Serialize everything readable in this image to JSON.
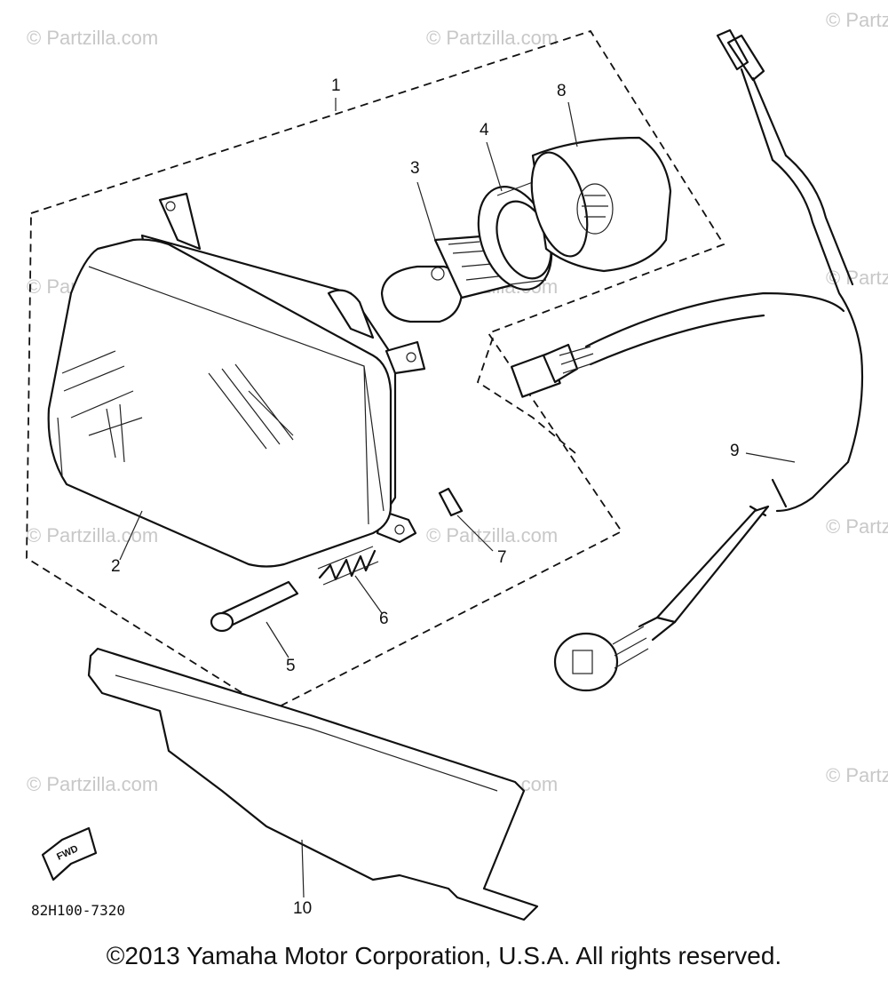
{
  "watermark": "© Partzilla.com",
  "callouts": {
    "c1": "1",
    "c2": "2",
    "c3": "3",
    "c4": "4",
    "c5": "5",
    "c6": "6",
    "c7": "7",
    "c8": "8",
    "c9": "9",
    "c10": "10"
  },
  "diagram_code": "82H100-7320",
  "fwd_label": "FWD",
  "copyright": "©2013 Yamaha Motor Corporation, U.S.A. All rights reserved."
}
